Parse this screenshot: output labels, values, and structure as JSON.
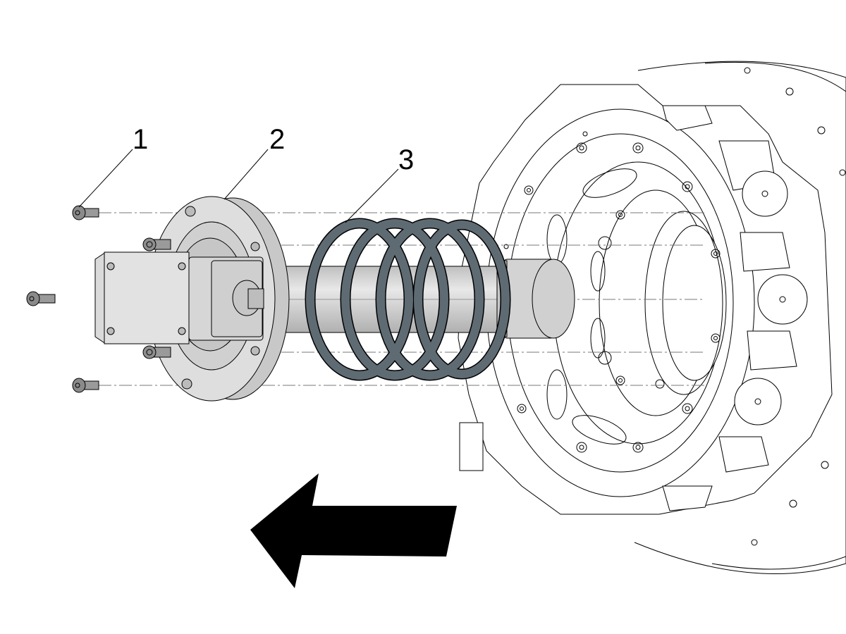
{
  "callouts": [
    {
      "id": "1",
      "label": "1"
    },
    {
      "id": "2",
      "label": "2"
    },
    {
      "id": "3",
      "label": "3"
    }
  ],
  "colors": {
    "line": "#000000",
    "part_fill": "#d9d9d9",
    "part_fill_light": "#e6e6e6",
    "part_fill_dark": "#bdbdbd",
    "spring": "#5f6b73",
    "background": "#ffffff",
    "arrow": "#000000"
  },
  "icons": {
    "direction_arrow": "arrow-left-icon"
  }
}
